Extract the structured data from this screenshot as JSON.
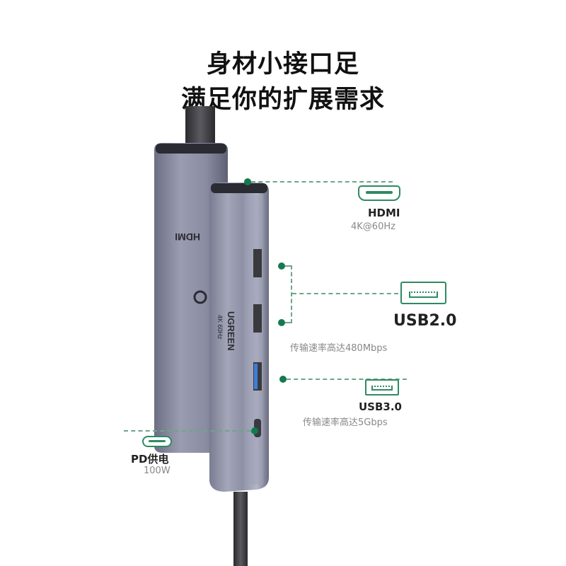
{
  "headline": {
    "line1": "身材小接口足",
    "line2": "满足你的扩展需求"
  },
  "device": {
    "brand": "UGREEN",
    "model_text": "4K 60Hz",
    "back_print": "HDMI",
    "body_color": "#7d7f94",
    "cable_color": "#3a3a3e"
  },
  "callouts": [
    {
      "id": "hdmi",
      "title": "HDMI",
      "subtitle": "4K@60Hz",
      "icon": "hdmi-port-icon"
    },
    {
      "id": "usb2",
      "title": "USB2.0",
      "subtitle": "传输速率高达480Mbps",
      "icon": "usb-a-port-icon"
    },
    {
      "id": "usb3",
      "title": "USB3.0",
      "subtitle": "传输速率高达5Gbps",
      "icon": "usb-a-port-icon"
    },
    {
      "id": "pd",
      "title": "PD供电",
      "subtitle": "100W",
      "icon": "usb-c-port-icon"
    }
  ],
  "colors": {
    "accent": "#137a4f",
    "icon_stroke": "#2e8a62",
    "dash": "#6fa58a"
  }
}
